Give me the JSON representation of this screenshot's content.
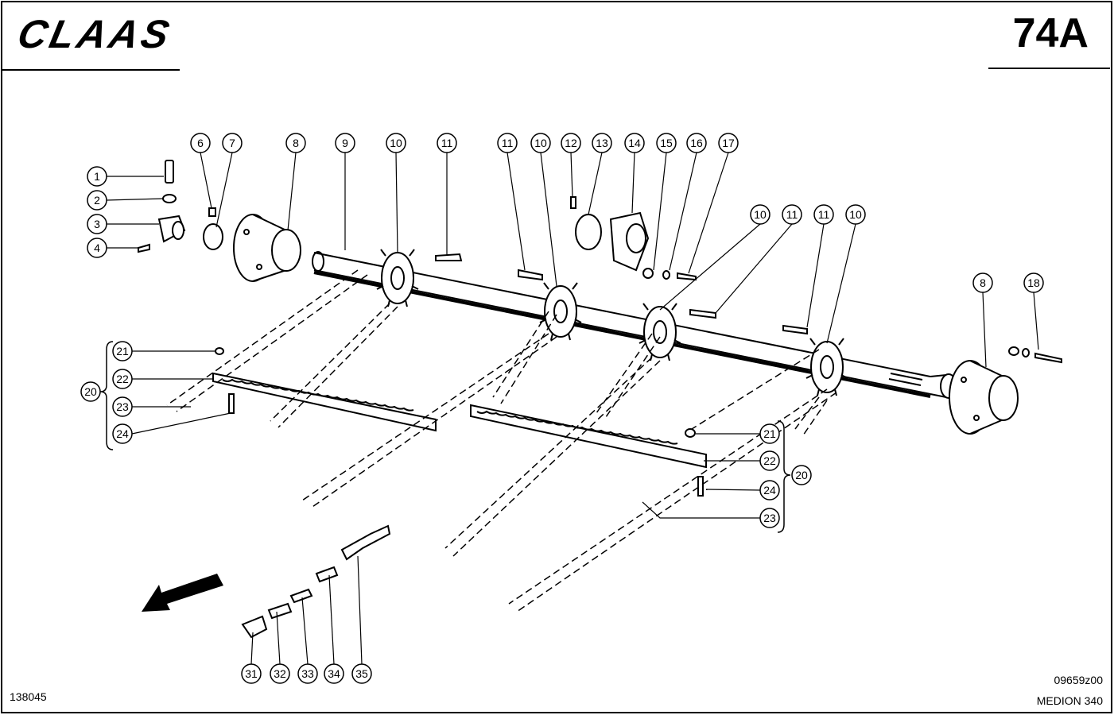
{
  "header": {
    "brand": "CLAAS",
    "page_number": "74A"
  },
  "footer": {
    "drawing_number": "138045",
    "reference_code": "09659z00",
    "machine_model": "MEDION 340"
  },
  "callouts": [
    "1",
    "2",
    "3",
    "4",
    "6",
    "7",
    "8",
    "9",
    "10",
    "11",
    "11",
    "10",
    "12",
    "13",
    "14",
    "15",
    "16",
    "17",
    "10",
    "11",
    "11",
    "10",
    "8",
    "18",
    "21",
    "22",
    "20",
    "23",
    "24",
    "21",
    "22",
    "24",
    "20",
    "23",
    "31",
    "32",
    "33",
    "34",
    "35"
  ],
  "colors": {
    "ink": "#000000",
    "paper": "#ffffff"
  }
}
